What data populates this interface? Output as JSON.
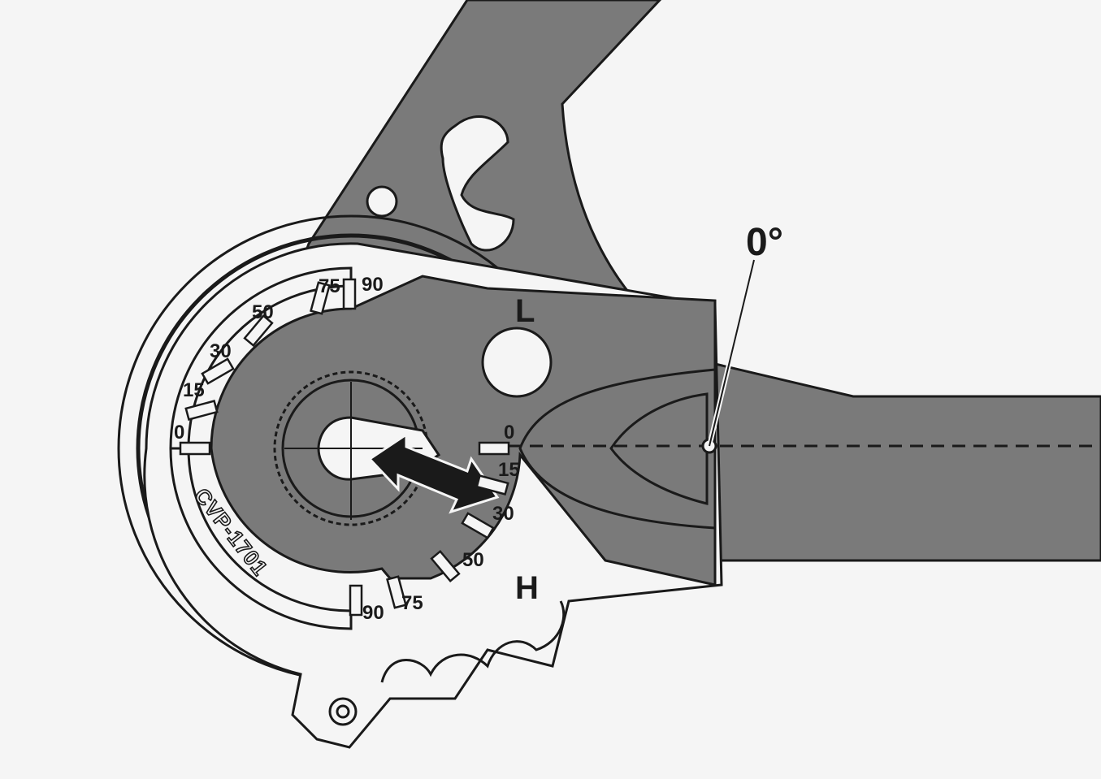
{
  "angle_marker": "0°",
  "model_code": "CVP-1701",
  "position_labels": {
    "low": "L",
    "high": "H"
  },
  "low_scale": [
    "0",
    "15",
    "30",
    "50",
    "75",
    "90"
  ],
  "high_scale": [
    "0",
    "15",
    "30",
    "50",
    "75",
    "90"
  ],
  "colors": {
    "frame": "#7a7a7a",
    "outline": "#1a1a1a",
    "tool": "#f5f5f5",
    "background": "#f5f5f5"
  }
}
